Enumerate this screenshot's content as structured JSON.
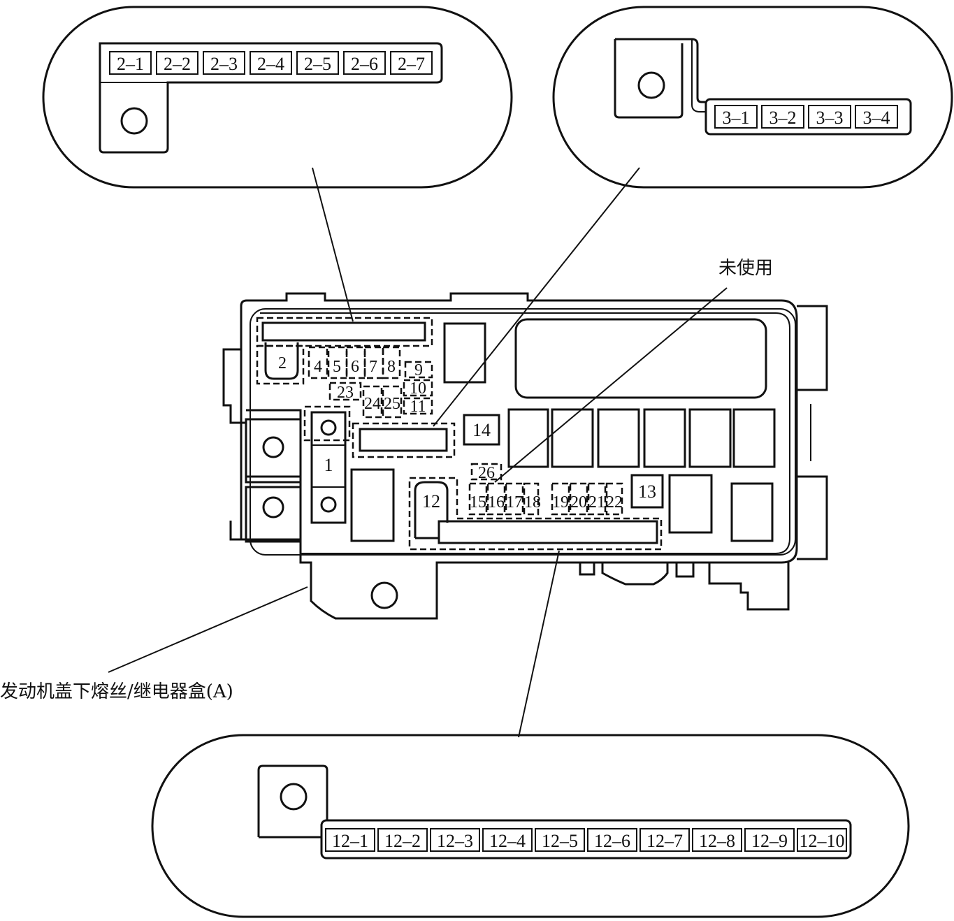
{
  "labels": {
    "unused": "未使用",
    "box_caption": "发动机盖下熔丝/继电器盒(A)"
  },
  "connector2": [
    "2–1",
    "2–2",
    "2–3",
    "2–4",
    "2–5",
    "2–6",
    "2–7"
  ],
  "connector3": [
    "3–1",
    "3–2",
    "3–3",
    "3–4"
  ],
  "connector12": [
    "12–1",
    "12–2",
    "12–3",
    "12–4",
    "12–5",
    "12–6",
    "12–7",
    "12–8",
    "12–9",
    "12–10"
  ],
  "fuses": {
    "f1": "1",
    "f2": "2",
    "f4": "4",
    "f5": "5",
    "f6": "6",
    "f7": "7",
    "f8": "8",
    "f9": "9",
    "f10": "10",
    "f11": "11",
    "f12": "12",
    "f13": "13",
    "f14": "14",
    "f15": "15",
    "f16": "16",
    "f17": "17",
    "f18": "18",
    "f19": "19",
    "f20": "20",
    "f21": "21",
    "f22": "22",
    "f23": "23",
    "f24": "24",
    "f25": "25",
    "f26": "26"
  }
}
